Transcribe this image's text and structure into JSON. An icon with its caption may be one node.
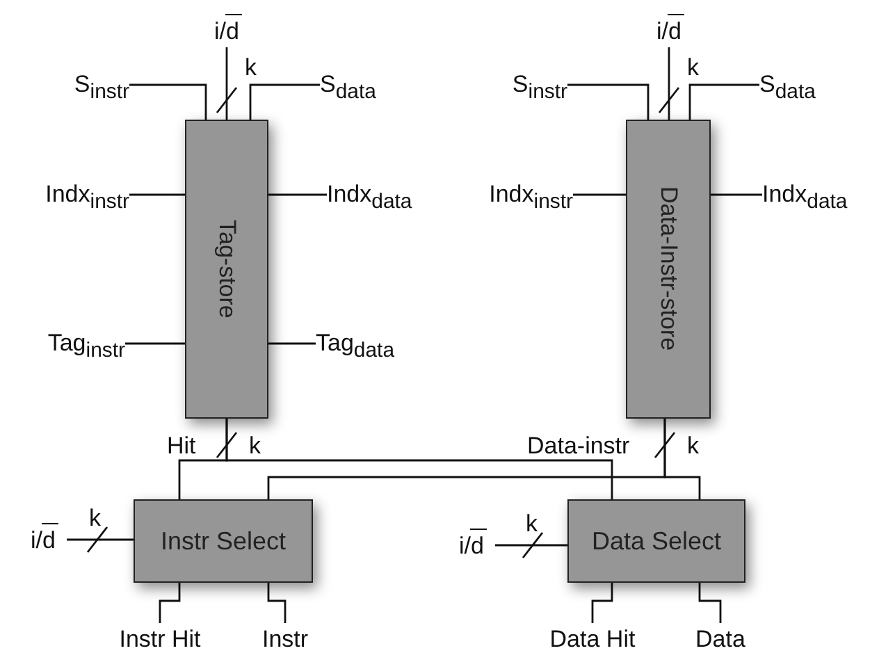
{
  "diagram": {
    "nodes": [
      {
        "text": [
          "Tag-store"
        ]
      },
      {
        "text": [
          "Data-Instr-store"
        ]
      },
      {
        "text": [
          "Instr Select"
        ]
      },
      {
        "text": [
          "Data Select"
        ]
      },
      {
        "text": [
          "S$_{instr}$"
        ]
      },
      {
        "text": [
          "i/d"
        ]
      },
      {
        "text": [
          "S$_{data}$"
        ]
      },
      {
        "text": [
          "Indx$_{instr}$"
        ]
      },
      {
        "text": [
          "Indx$_{data}$"
        ]
      },
      {
        "text": [
          "Tag$_{instr}$"
        ]
      },
      {
        "text": [
          "Tag$_{data}$"
        ]
      },
      {
        "text": [
          "S$_{instr}$"
        ]
      },
      {
        "text": [
          "i/d"
        ]
      },
      {
        "text": [
          "S$_{data}$"
        ]
      },
      {
        "text": [
          "Indx$_{instr}$"
        ]
      },
      {
        "text": [
          "Indx$_{data}$"
        ]
      },
      {
        "text": [
          "i/d"
        ]
      },
      {
        "text": [
          "i/d"
        ]
      },
      {
        "text": [
          "Instr Hit"
        ]
      },
      {
        "text": [
          "Instr"
        ]
      },
      {
        "text": [
          "Data Hit"
        ]
      },
      {
        "text": [
          "Data"
        ]
      }
    ],
    "edges": [
      {
        "from": 4,
        "to": 0,
        "arrow": "none"
      },
      {
        "from": 5,
        "to": 0,
        "arrow": "none"
      },
      {
        "from": 6,
        "to": 0,
        "arrow": "none"
      },
      {
        "from": 7,
        "to": 0,
        "arrow": "none"
      },
      {
        "from": 8,
        "to": 0,
        "arrow": "none"
      },
      {
        "from": 9,
        "to": 0,
        "arrow": "none"
      },
      {
        "from": 10,
        "to": 0,
        "arrow": "none"
      },
      {
        "from": 11,
        "to": 1,
        "arrow": "none"
      },
      {
        "from": 12,
        "to": 1,
        "arrow": "none"
      },
      {
        "from": 13,
        "to": 1,
        "arrow": "none"
      },
      {
        "from": 14,
        "to": 1,
        "arrow": "none"
      },
      {
        "from": 15,
        "to": 1,
        "arrow": "none"
      },
      {
        "from": 0,
        "to": 2,
        "arrow": "none"
      },
      {
        "from": 0,
        "to": 3,
        "arrow": "none"
      },
      {
        "from": 1,
        "to": 2,
        "arrow": "none"
      },
      {
        "from": 1,
        "to": 3,
        "arrow": "none"
      },
      {
        "from": 16,
        "to": 2,
        "arrow": "none"
      },
      {
        "from": 17,
        "to": 3,
        "arrow": "none"
      },
      {
        "from": 2,
        "to": 18,
        "arrow": "none"
      },
      {
        "from": 2,
        "to": 19,
        "arrow": "none"
      },
      {
        "from": 3,
        "to": 20,
        "arrow": "none"
      },
      {
        "from": 3,
        "to": 21,
        "arrow": "none"
      }
    ],
    "labels": [
      "k",
      "k",
      "Hit",
      "k",
      "Data-instr",
      "k",
      "k",
      "k"
    ]
  }
}
